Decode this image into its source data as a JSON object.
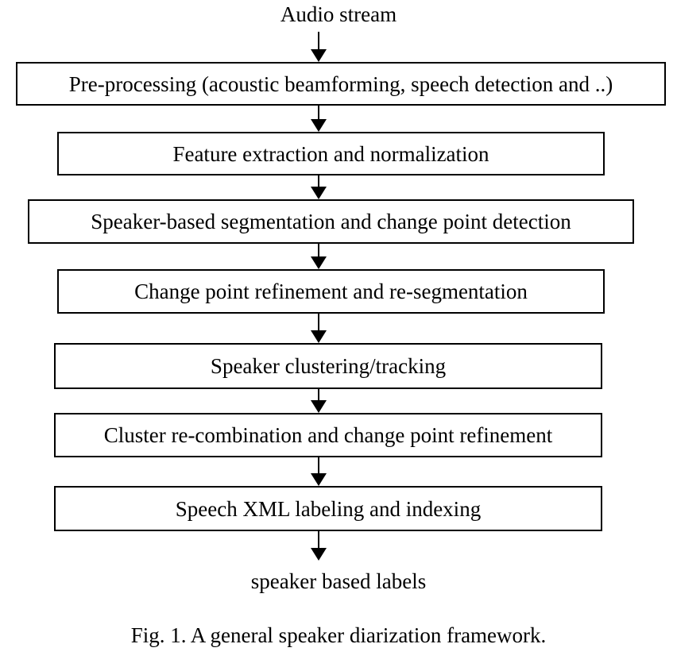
{
  "input_label": "Audio stream",
  "steps": [
    "Pre-processing (acoustic beamforming, speech detection and ..)",
    "Feature extraction and normalization",
    "Speaker-based segmentation and change point detection",
    "Change point refinement and re-segmentation",
    "Speaker clustering/tracking",
    "Cluster re-combination and change point refinement",
    "Speech XML labeling and indexing"
  ],
  "output_label": "speaker based labels",
  "caption": "Fig. 1.  A general speaker diarization framework."
}
